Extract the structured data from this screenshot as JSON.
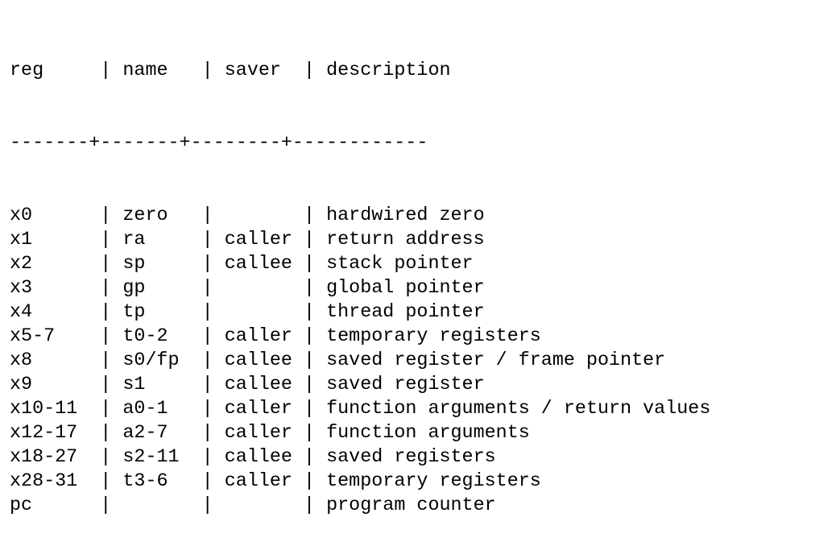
{
  "header": {
    "reg": "reg",
    "name": "name",
    "saver": "saver",
    "description": "description"
  },
  "separator": "-------+-------+--------+------------",
  "rows": [
    {
      "reg": "x0",
      "name": "zero",
      "saver": "",
      "description": "hardwired zero"
    },
    {
      "reg": "x1",
      "name": "ra",
      "saver": "caller",
      "description": "return address"
    },
    {
      "reg": "x2",
      "name": "sp",
      "saver": "callee",
      "description": "stack pointer"
    },
    {
      "reg": "x3",
      "name": "gp",
      "saver": "",
      "description": "global pointer"
    },
    {
      "reg": "x4",
      "name": "tp",
      "saver": "",
      "description": "thread pointer"
    },
    {
      "reg": "x5-7",
      "name": "t0-2",
      "saver": "caller",
      "description": "temporary registers"
    },
    {
      "reg": "x8",
      "name": "s0/fp",
      "saver": "callee",
      "description": "saved register / frame pointer"
    },
    {
      "reg": "x9",
      "name": "s1",
      "saver": "callee",
      "description": "saved register"
    },
    {
      "reg": "x10-11",
      "name": "a0-1",
      "saver": "caller",
      "description": "function arguments / return values"
    },
    {
      "reg": "x12-17",
      "name": "a2-7",
      "saver": "caller",
      "description": "function arguments"
    },
    {
      "reg": "x18-27",
      "name": "s2-11",
      "saver": "callee",
      "description": "saved registers"
    },
    {
      "reg": "x28-31",
      "name": "t3-6",
      "saver": "caller",
      "description": "temporary registers"
    },
    {
      "reg": "pc",
      "name": "",
      "saver": "",
      "description": "program counter"
    }
  ]
}
